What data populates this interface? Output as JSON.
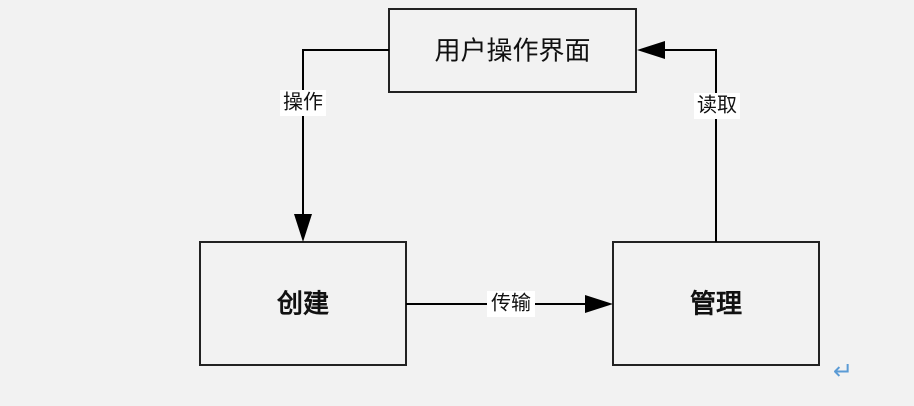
{
  "diagram": {
    "nodes": {
      "ui": {
        "label": "用户操作界面"
      },
      "create": {
        "label": "创建"
      },
      "manage": {
        "label": "管理"
      }
    },
    "edges": {
      "operate": {
        "label": "操作",
        "from": "ui",
        "to": "create"
      },
      "transfer": {
        "label": "传输",
        "from": "create",
        "to": "manage"
      },
      "read": {
        "label": "读取",
        "from": "manage",
        "to": "ui"
      }
    },
    "colors": {
      "background": "#f2f2f2",
      "box_stroke": "#222222",
      "box_fill": "#f2f2f2",
      "line": "#000000",
      "return_mark": "#5b9bd5"
    },
    "return_mark": "↵"
  }
}
